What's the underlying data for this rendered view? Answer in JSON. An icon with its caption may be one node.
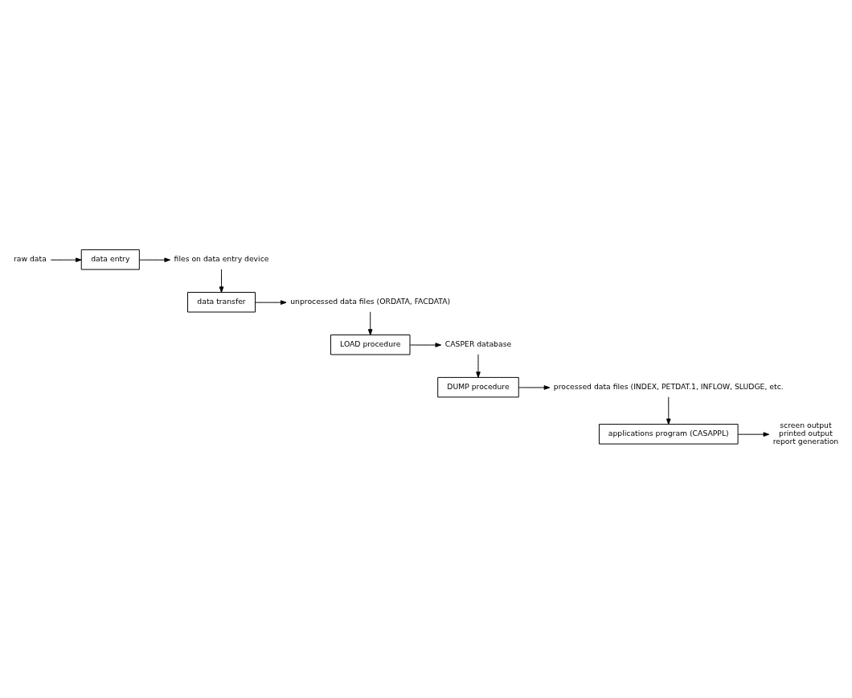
{
  "diagram": {
    "nodes": [
      {
        "text": [
          "raw data"
        ]
      },
      {
        "text": [
          "data entry"
        ]
      },
      {
        "text": [
          "files on data entry device"
        ]
      },
      {
        "text": [
          "data transfer"
        ]
      },
      {
        "text": [
          "unprocessed data files (ORDATA, FACDATA)"
        ]
      },
      {
        "text": [
          "LOAD procedure"
        ]
      },
      {
        "text": [
          "CASPER database"
        ]
      },
      {
        "text": [
          "DUMP procedure"
        ]
      },
      {
        "text": [
          "processed data files (INDEX, PETDAT.1, INFLOW, SLUDGE, etc."
        ]
      },
      {
        "text": [
          "applications program (CASAPPL)"
        ]
      },
      {
        "text": [
          "screen output",
          "printed output",
          "report generation"
        ]
      }
    ],
    "edges": [
      {
        "from": 0,
        "to": 1,
        "arrow": "to"
      },
      {
        "from": 1,
        "to": 2,
        "arrow": "to"
      },
      {
        "from": 2,
        "to": 3,
        "arrow": "to"
      },
      {
        "from": 3,
        "to": 4,
        "arrow": "to"
      },
      {
        "from": 4,
        "to": 5,
        "arrow": "to"
      },
      {
        "from": 5,
        "to": 6,
        "arrow": "to"
      },
      {
        "from": 6,
        "to": 7,
        "arrow": "to"
      },
      {
        "from": 7,
        "to": 8,
        "arrow": "to"
      },
      {
        "from": 8,
        "to": 9,
        "arrow": "to"
      },
      {
        "from": 9,
        "to": 10,
        "arrow": "to"
      }
    ]
  }
}
